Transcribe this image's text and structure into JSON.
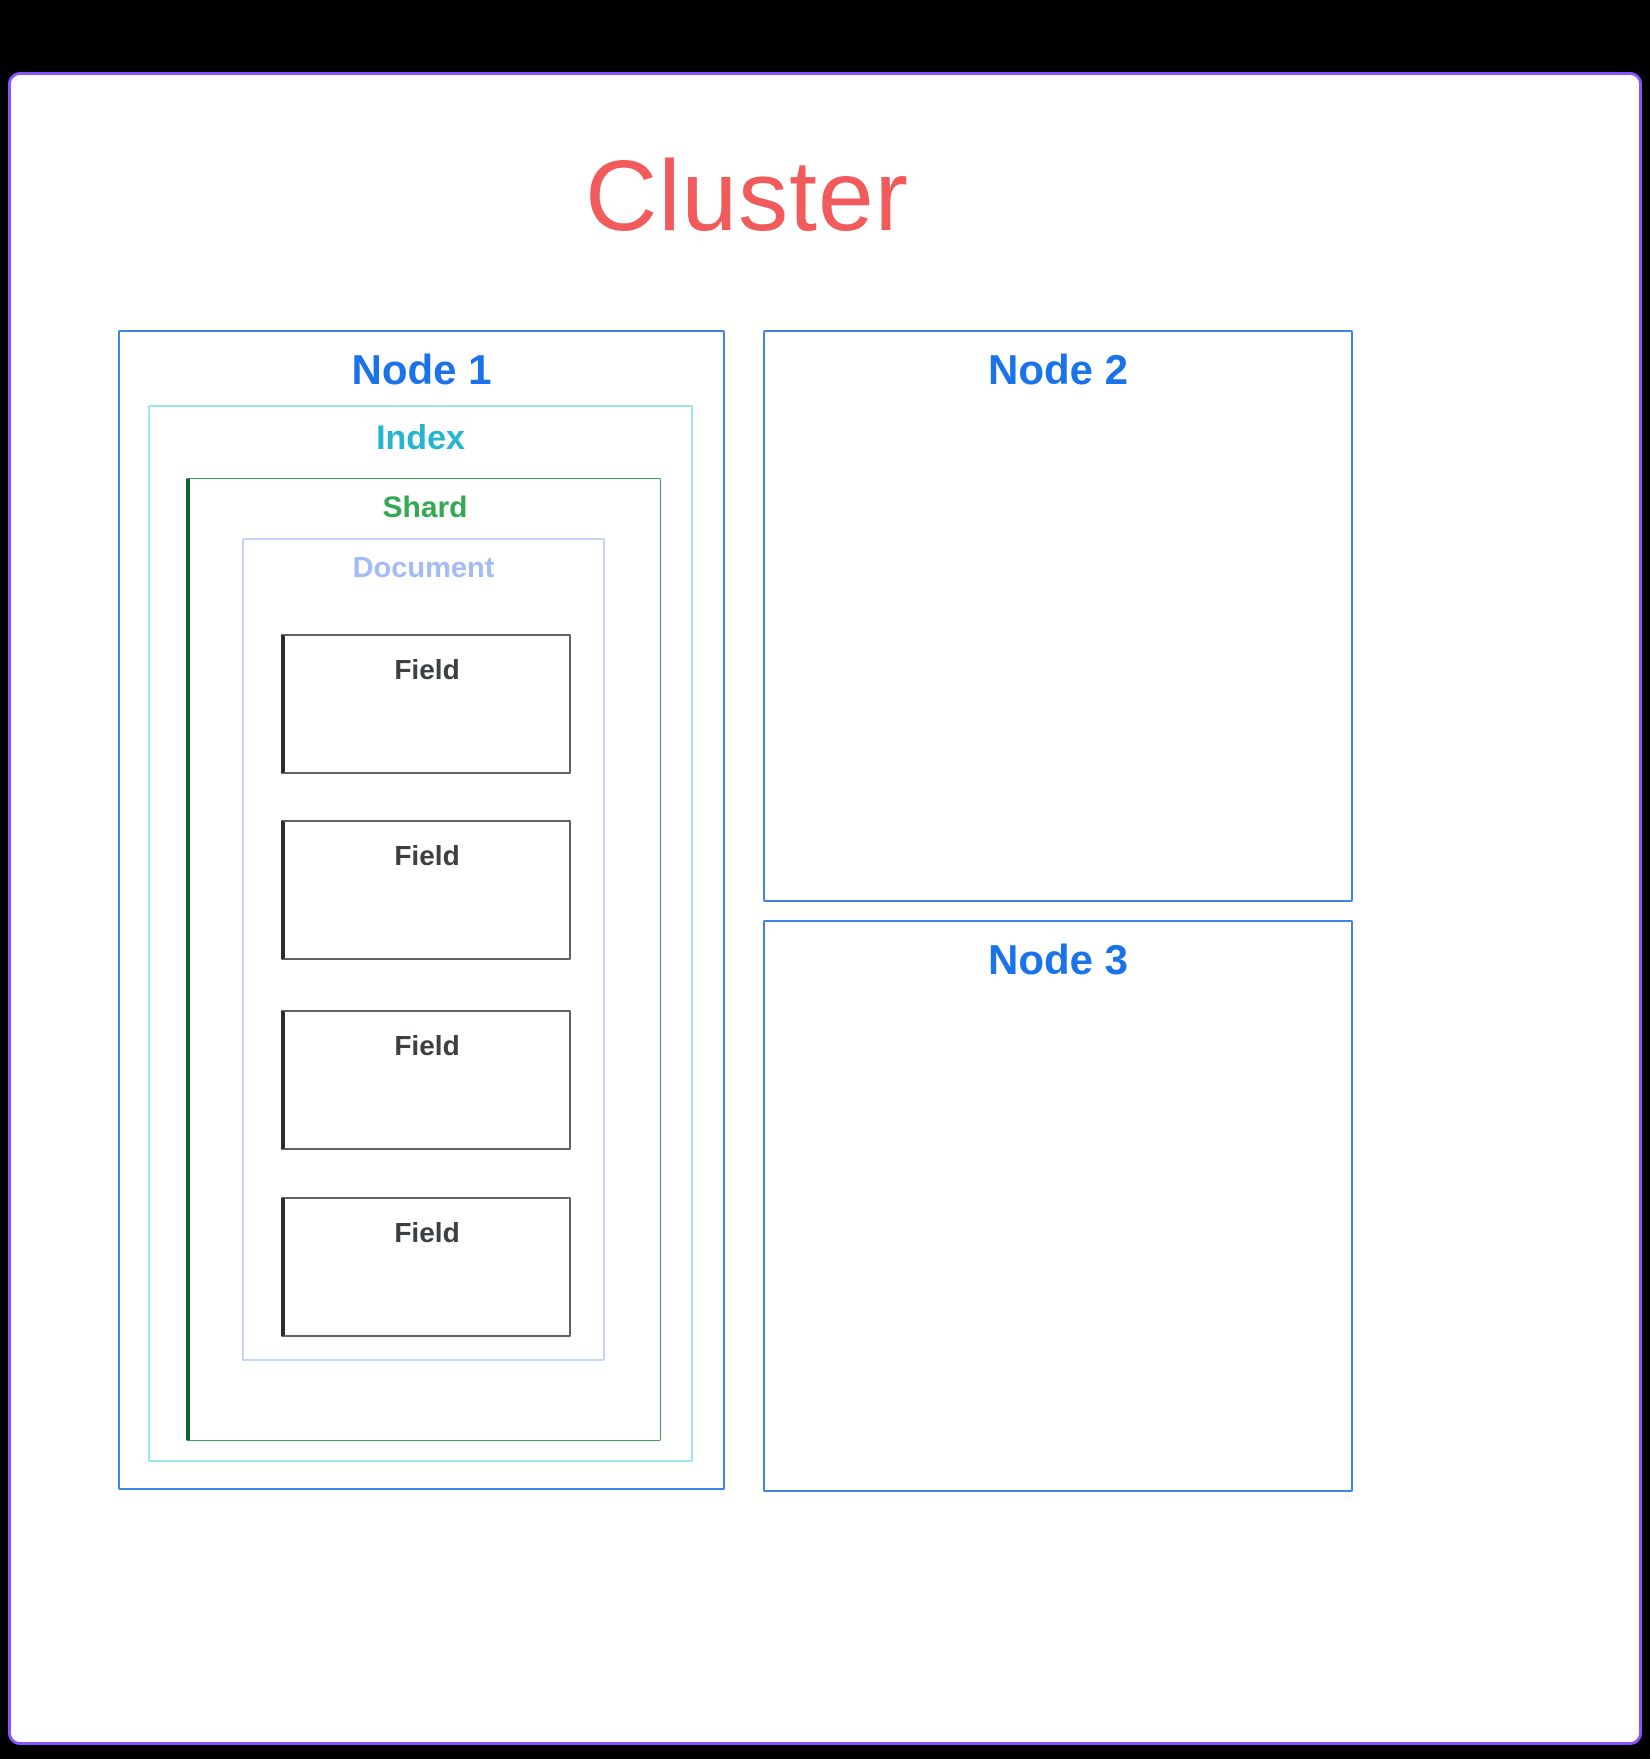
{
  "title": "Cluster",
  "colors": {
    "bg": "#000000",
    "canvas": "#ffffff",
    "purple": "#8c52ff",
    "red": "#f15b5b",
    "blue_text": "#1a73e8",
    "blue_border": "#3d85e0",
    "cyan_text": "#24b6ce",
    "cyan_border": "#9fe5ee",
    "green_text": "#34a853",
    "green_border": "#34a853",
    "green_edge": "#0d652d",
    "periwinkle_text": "#a6baf7",
    "periwinkle_border": "#c9d4fa",
    "field_text": "#3c4043",
    "field_border": "#5f6368",
    "field_edge": "#2b2c2e"
  },
  "nodes": {
    "node1": "Node 1",
    "node2": "Node 2",
    "node3": "Node 3"
  },
  "index_label": "Index",
  "shard_label": "Shard",
  "document_label": "Document",
  "fields": [
    "Field",
    "Field",
    "Field",
    "Field"
  ]
}
